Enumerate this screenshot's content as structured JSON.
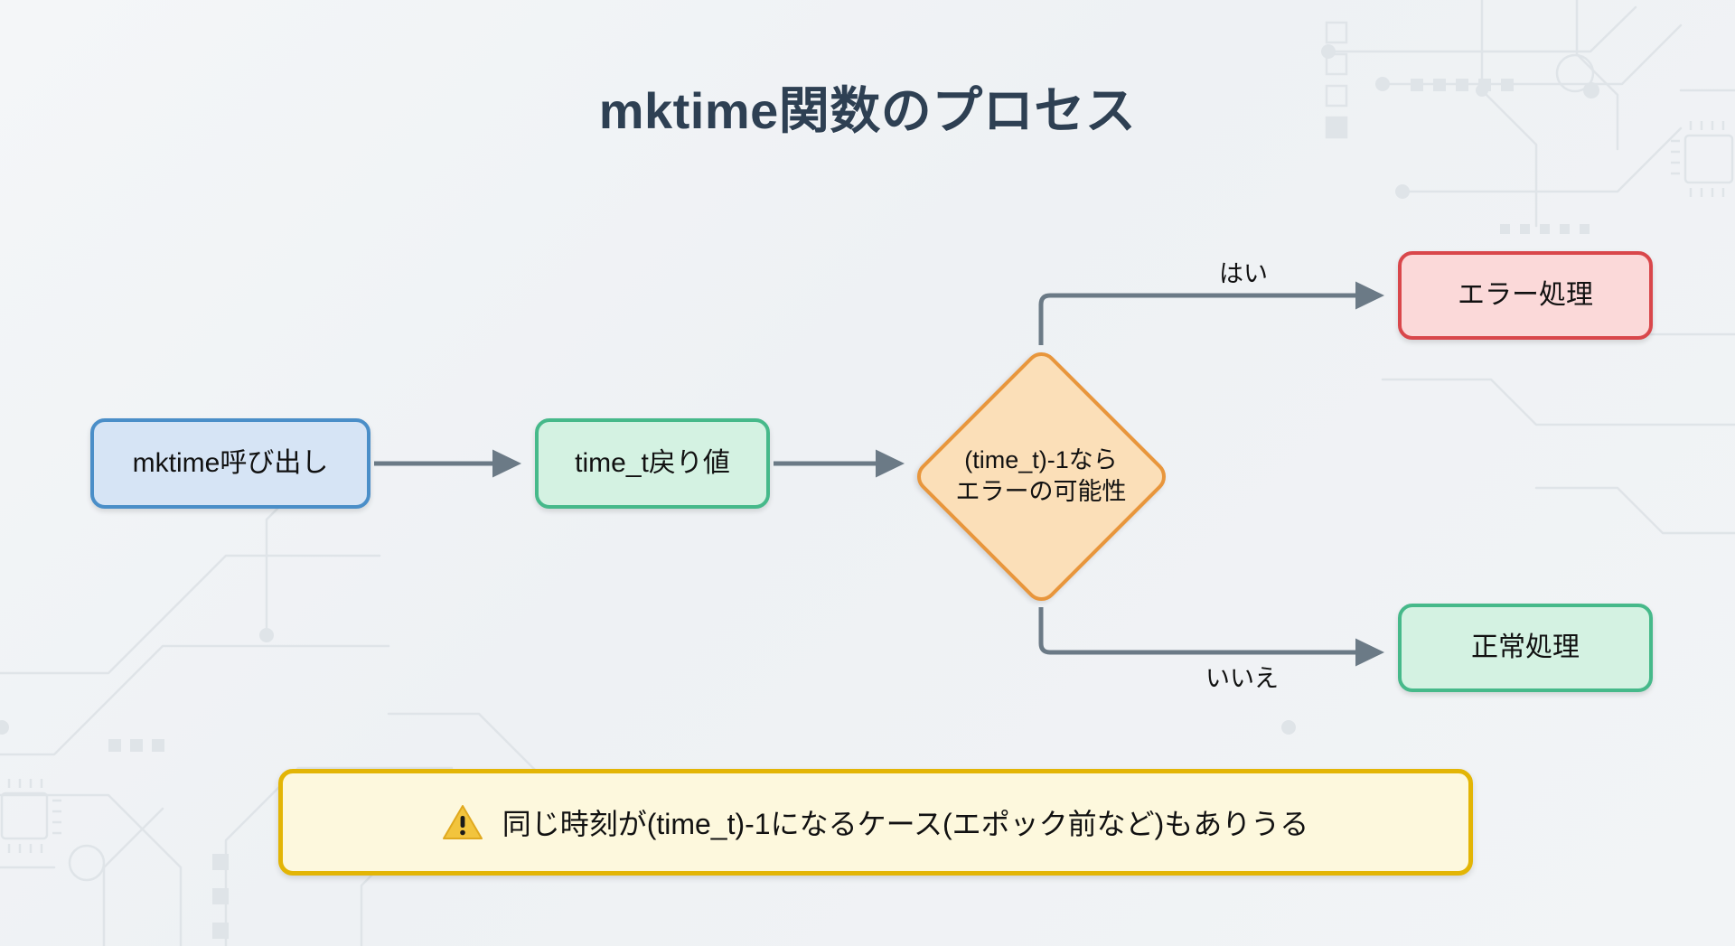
{
  "page": {
    "title": "mktime関数のプロセス",
    "background_color": "#f1f4f6",
    "decoration": "circuit-board-watermark"
  },
  "diagram": {
    "type": "flowchart",
    "nodes": [
      {
        "id": "call",
        "label": "mktime呼び出し",
        "shape": "rounded-rect",
        "fill": "#d6e4f5",
        "border": "#4a8ec8"
      },
      {
        "id": "return",
        "label": "time_t戻り値",
        "shape": "rounded-rect",
        "fill": "#d4f2e2",
        "border": "#46b98a"
      },
      {
        "id": "decision",
        "label_line1": "(time_t)-1なら",
        "label_line2": "エラーの可能性",
        "shape": "diamond",
        "fill": "#fbdfb8",
        "border": "#e8963c"
      },
      {
        "id": "error",
        "label": "エラー処理",
        "shape": "rounded-rect",
        "fill": "#fbd9d9",
        "border": "#d9474b"
      },
      {
        "id": "normal",
        "label": "正常処理",
        "shape": "rounded-rect",
        "fill": "#d4f2e2",
        "border": "#46b98a"
      }
    ],
    "edges": [
      {
        "from": "call",
        "to": "return",
        "label": ""
      },
      {
        "from": "return",
        "to": "decision",
        "label": ""
      },
      {
        "from": "decision",
        "to": "error",
        "label": "はい"
      },
      {
        "from": "decision",
        "to": "normal",
        "label": "いいえ"
      }
    ],
    "edge_color": "#6b7a86"
  },
  "note": {
    "icon": "warning-triangle-icon",
    "text": "同じ時刻が(time_t)-1になるケース(エポック前など)もありうる",
    "fill": "#fdf8dd",
    "border": "#e3b505"
  }
}
